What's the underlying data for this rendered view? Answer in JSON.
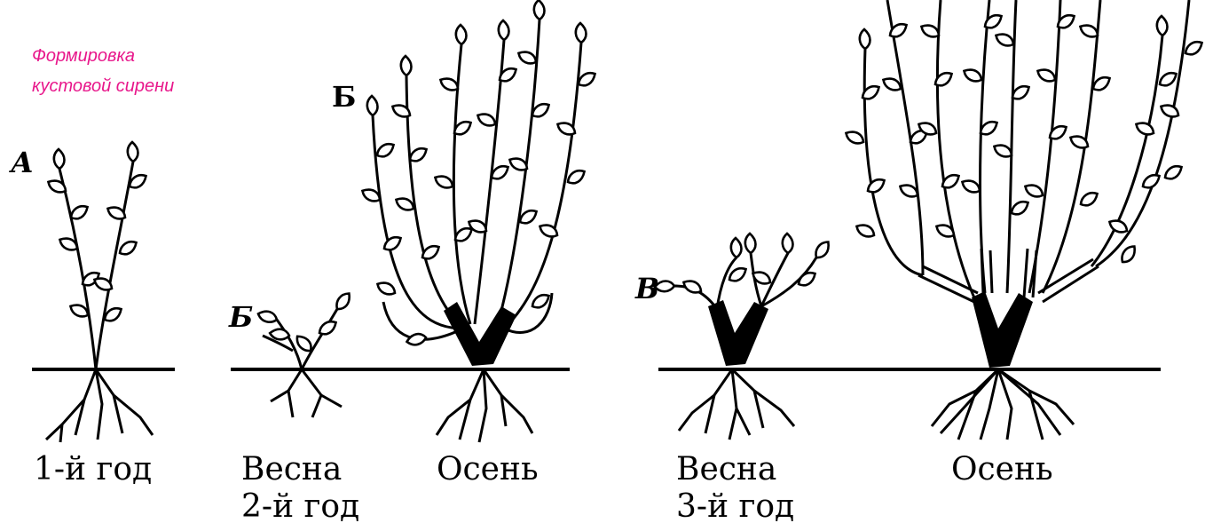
{
  "caption": {
    "line1": "Формировка",
    "line2": "кустовой сирени",
    "color": "#e8178b"
  },
  "letters": {
    "a": "А",
    "b_spring": "Б",
    "b_autumn": "Б",
    "v": "В"
  },
  "stages": {
    "year1": "1-й год",
    "spring2": {
      "season": "Весна",
      "year": "2-й год"
    },
    "autumn2": "Осень",
    "spring3": {
      "season": "Весна",
      "year": "3-й год"
    },
    "autumn3": "Осень"
  },
  "colors": {
    "ink": "#000000",
    "background": "#ffffff"
  }
}
